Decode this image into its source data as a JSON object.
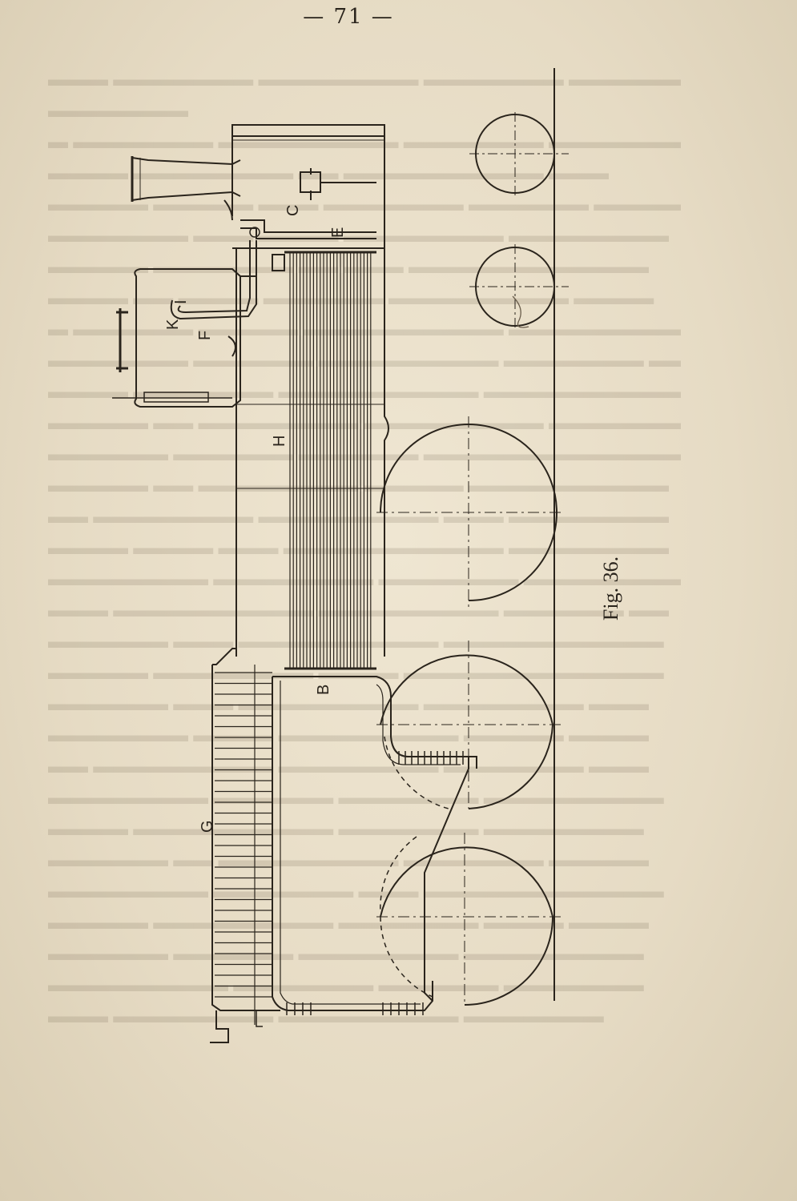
{
  "page": {
    "number": "— 71 —",
    "figure_caption": "Fig. 36."
  },
  "figure": {
    "labels": {
      "B": "B",
      "C": "C",
      "E": "E",
      "F": "F",
      "G": "G",
      "H": "H",
      "I": "I",
      "K": "K"
    }
  },
  "colors": {
    "paper": "#e9dfcb",
    "ink": "#2a241c"
  }
}
